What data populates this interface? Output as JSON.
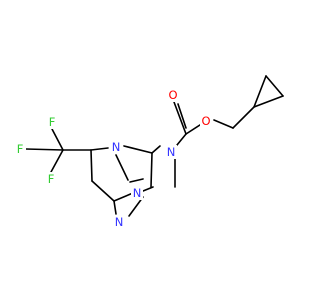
{
  "colors": {
    "background": "#ffffff",
    "bond": "#000000",
    "N": "#3333ff",
    "O": "#ff0000",
    "F": "#33cc33"
  },
  "molecule": {
    "atoms": [
      {
        "id": "f_top",
        "element": "F",
        "label": "F"
      },
      {
        "id": "f_left",
        "element": "F",
        "label": "F"
      },
      {
        "id": "f_bottom",
        "element": "F",
        "label": "F"
      },
      {
        "id": "n_ring",
        "element": "N",
        "label": "N"
      },
      {
        "id": "n_triazole_1",
        "element": "N",
        "label": "N"
      },
      {
        "id": "n_triazole_2",
        "element": "N",
        "label": "N"
      },
      {
        "id": "n_amide",
        "element": "N",
        "label": "N"
      },
      {
        "id": "o_carbonyl",
        "element": "O",
        "label": "O"
      },
      {
        "id": "o_ester",
        "element": "O",
        "label": "O"
      }
    ]
  }
}
